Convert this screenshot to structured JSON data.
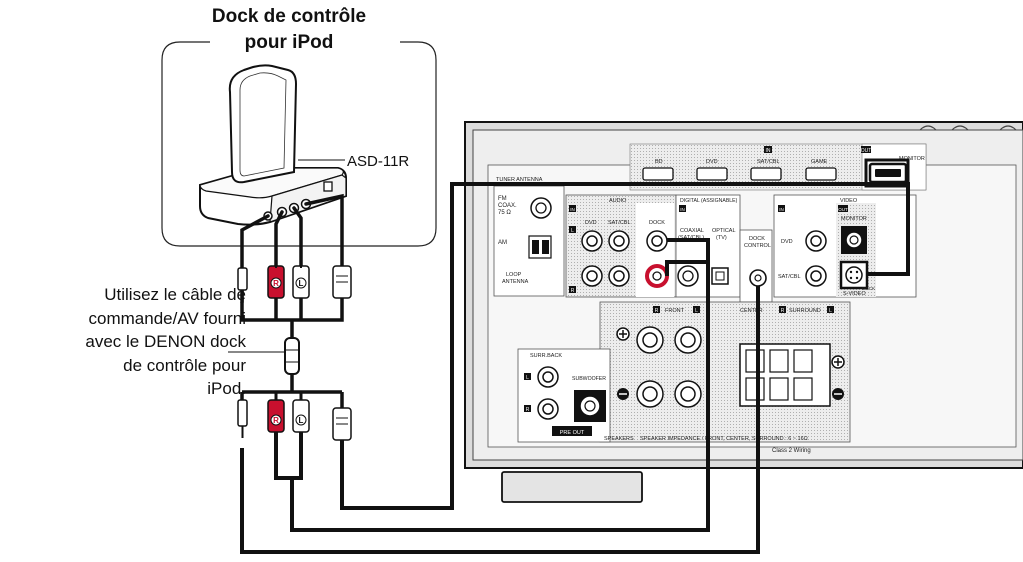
{
  "dock": {
    "title_line1": "Dock de contrôle",
    "title_line2": "pour iPod",
    "model": "ASD-11R"
  },
  "instruction": {
    "line1": "Utilisez le câble de",
    "line2": "commande/AV fourni",
    "line3": "avec le DENON dock",
    "line4": "de contrôle pour",
    "line5": "iPod."
  },
  "plug_marks": {
    "right": "R",
    "left": "L"
  },
  "receiver": {
    "tuner_antenna": "TUNER ANTENNA",
    "fm_line1": "FM",
    "fm_line2": "COAX.",
    "fm_line3": "75 Ω",
    "am": "AM",
    "loop_line1": "LOOP",
    "loop_line2": "ANTENNA",
    "hdmi_in_badge": "IN",
    "hdmi_out_badge": "OUT",
    "hdmi_bd": "BD",
    "hdmi_dvd": "DVD",
    "hdmi_satcbl": "SAT/CBL",
    "hdmi_game": "GAME",
    "hdmi_monitor": "MONITOR",
    "audio": "AUDIO",
    "audio_in_badge": "IN",
    "audio_dvd": "DVD",
    "audio_satcbl": "SAT/CBL",
    "audio_dock": "DOCK",
    "l_badge": "L",
    "r_badge": "R",
    "digital": "DIGITAL (ASSIGNABLE)",
    "digital_in_badge": "IN",
    "coaxial_line1": "COAXIAL",
    "coaxial_line2": "(SAT/CBL)",
    "optical_line1": "OPTICAL",
    "optical_line2": "(TV)",
    "dock_control_line1": "DOCK",
    "dock_control_line2": "CONTROL",
    "video": "VIDEO",
    "video_in_badge": "IN",
    "video_out_badge": "OUT",
    "video_monitor": "MONITOR",
    "video_dvd": "DVD",
    "video_satcbl": "SAT/CBL",
    "svideo": "S-VIDEO",
    "svideo_dock": "DOCK",
    "front": "FRONT",
    "center": "CENTER",
    "surround": "SURROUND",
    "surroundback": "SURR.BACK",
    "subwoofer": "SUBWOOFER",
    "pre_out": "PRE OUT",
    "speakers": "SPEAKERS",
    "impedance": "SPEAKER IMPEDANCE / FRONT, CENTER, SURROUND : 6 ~ 16Ω",
    "class2": "Class 2 Wiring"
  },
  "colors": {
    "ink": "#111111",
    "panel": "#f4f4f4",
    "panel_shade": "#d8d8d8",
    "dock_fill": "#ffffff",
    "red_plug": "#c8102e"
  }
}
